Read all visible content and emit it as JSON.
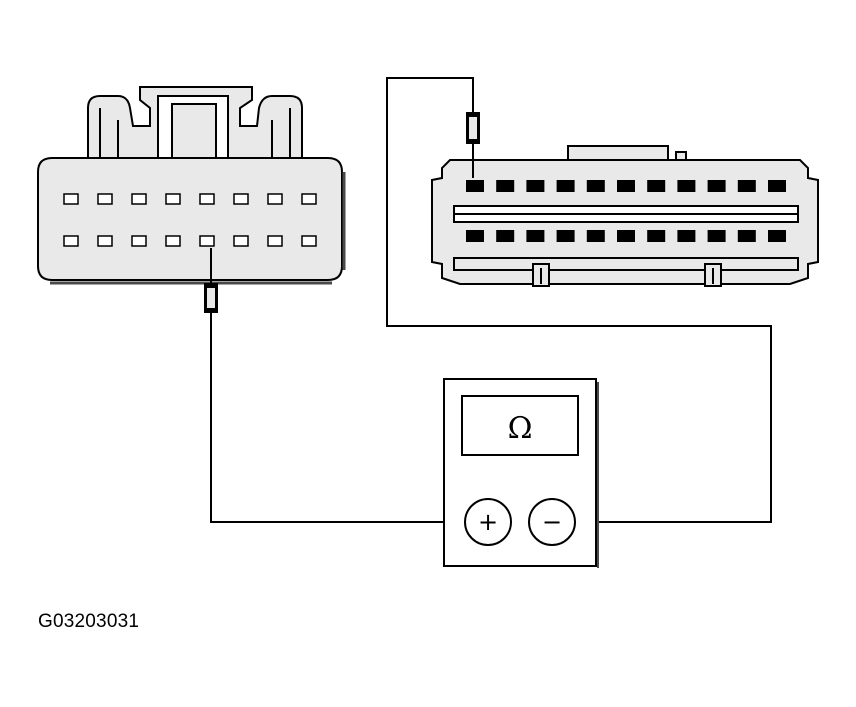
{
  "figure_id": "G03203031",
  "meter": {
    "symbol": "Ω",
    "positive_sign": "+",
    "negative_sign": "−"
  },
  "colors": {
    "line": "#000000",
    "connector_fill": "#e9e9e9",
    "shadow": "#4a4a4a",
    "pin_fill": "#000000"
  },
  "left_connector": {
    "pin_rows": 2,
    "pins_per_row": 8,
    "probed_row": 2,
    "probed_pin": 5
  },
  "right_connector": {
    "pin_rows": 2,
    "pins_per_row": 11,
    "probed_row": 1,
    "probed_pin": 1
  }
}
